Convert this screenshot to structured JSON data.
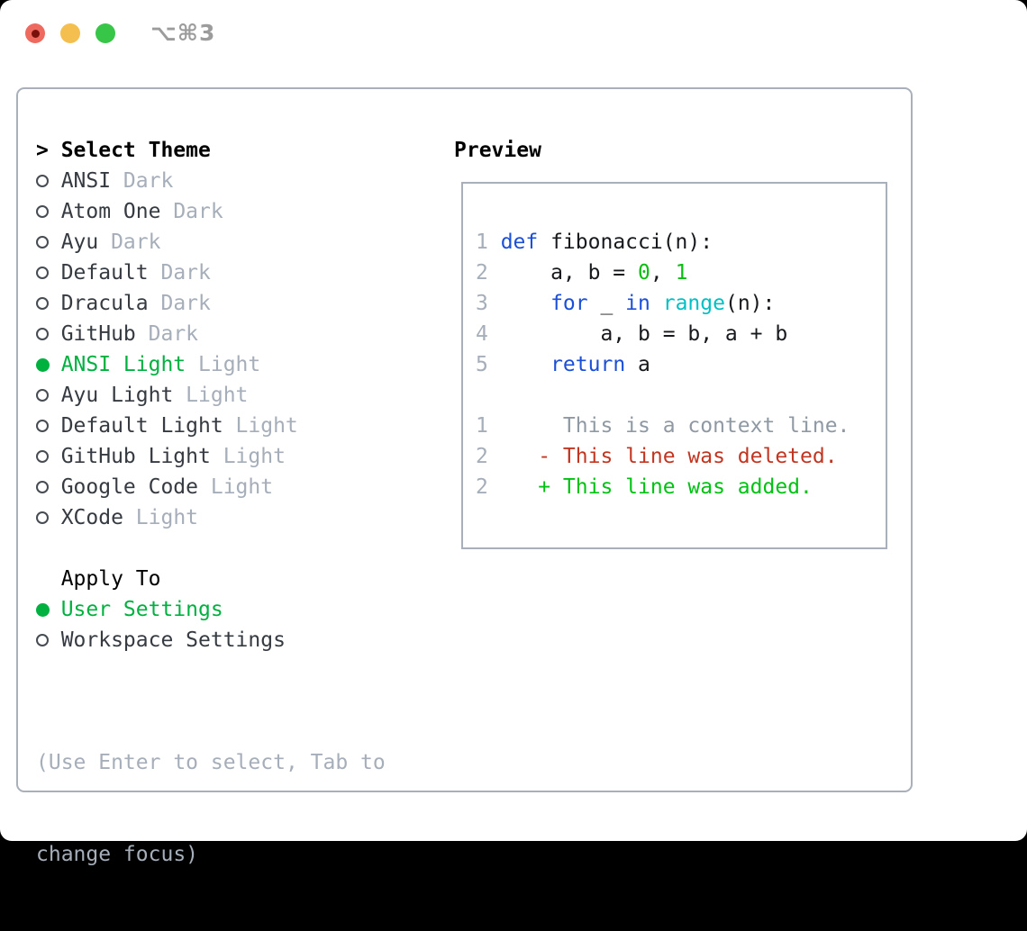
{
  "window": {
    "title": "⌥⌘3",
    "traffic_lights": [
      "close",
      "minimize",
      "zoom"
    ]
  },
  "theme_panel": {
    "prompt": ">",
    "header": "Select Theme",
    "items": [
      {
        "label": "ANSI",
        "tag": "Dark",
        "selected": false
      },
      {
        "label": "Atom One",
        "tag": "Dark",
        "selected": false
      },
      {
        "label": "Ayu",
        "tag": "Dark",
        "selected": false
      },
      {
        "label": "Default",
        "tag": "Dark",
        "selected": false
      },
      {
        "label": "Dracula",
        "tag": "Dark",
        "selected": false
      },
      {
        "label": "GitHub",
        "tag": "Dark",
        "selected": false
      },
      {
        "label": "ANSI Light",
        "tag": "Light",
        "selected": true
      },
      {
        "label": "Ayu Light",
        "tag": "Light",
        "selected": false
      },
      {
        "label": "Default Light",
        "tag": "Light",
        "selected": false
      },
      {
        "label": "GitHub Light",
        "tag": "Light",
        "selected": false
      },
      {
        "label": "Google Code",
        "tag": "Light",
        "selected": false
      },
      {
        "label": "XCode",
        "tag": "Light",
        "selected": false
      }
    ],
    "apply_to": {
      "header": "Apply To",
      "options": [
        {
          "label": "User Settings",
          "selected": true
        },
        {
          "label": "Workspace Settings",
          "selected": false
        }
      ]
    },
    "hint_line1": "(Use Enter to select, Tab to",
    "hint_line2": "change focus)"
  },
  "preview": {
    "header": "Preview",
    "code_lines": [
      {
        "n": "1",
        "tokens": [
          {
            "c": "kw",
            "t": "def"
          },
          {
            "c": "plain",
            "t": " fibonacci(n):"
          }
        ]
      },
      {
        "n": "2",
        "tokens": [
          {
            "c": "plain",
            "t": "    a, b = "
          },
          {
            "c": "num",
            "t": "0"
          },
          {
            "c": "plain",
            "t": ", "
          },
          {
            "c": "num",
            "t": "1"
          }
        ]
      },
      {
        "n": "3",
        "tokens": [
          {
            "c": "plain",
            "t": "    "
          },
          {
            "c": "kw",
            "t": "for"
          },
          {
            "c": "plain",
            "t": " _ "
          },
          {
            "c": "kw",
            "t": "in"
          },
          {
            "c": "plain",
            "t": " "
          },
          {
            "c": "fn",
            "t": "range"
          },
          {
            "c": "plain",
            "t": "(n):"
          }
        ]
      },
      {
        "n": "4",
        "tokens": [
          {
            "c": "plain",
            "t": "        a, b = b, a + b"
          }
        ]
      },
      {
        "n": "5",
        "tokens": [
          {
            "c": "plain",
            "t": "    "
          },
          {
            "c": "kw",
            "t": "return"
          },
          {
            "c": "plain",
            "t": " a"
          }
        ]
      }
    ],
    "diff_lines": [
      {
        "n": "1",
        "tokens": [
          {
            "c": "ctx",
            "t": "     This is a context line."
          }
        ]
      },
      {
        "n": "2",
        "tokens": [
          {
            "c": "del",
            "t": "   - This line was deleted."
          }
        ]
      },
      {
        "n": "2",
        "tokens": [
          {
            "c": "add",
            "t": "   + This line was added."
          }
        ]
      }
    ]
  },
  "colors": {
    "keyword": "#1b4fd8",
    "function": "#00c0c4",
    "number_literal": "#0bbd11",
    "added": "#00c213",
    "deleted": "#c23621",
    "context": "#8f99a3",
    "line_number": "#a6aeb9",
    "selected_green": "#00b140",
    "muted": "#a6aeb9",
    "text": "#363b41",
    "code_text": "#17191c",
    "border": "#a9b0ba",
    "traffic_red": "#ee6a5f",
    "traffic_yellow": "#f5bf4f",
    "traffic_green": "#37c648"
  }
}
